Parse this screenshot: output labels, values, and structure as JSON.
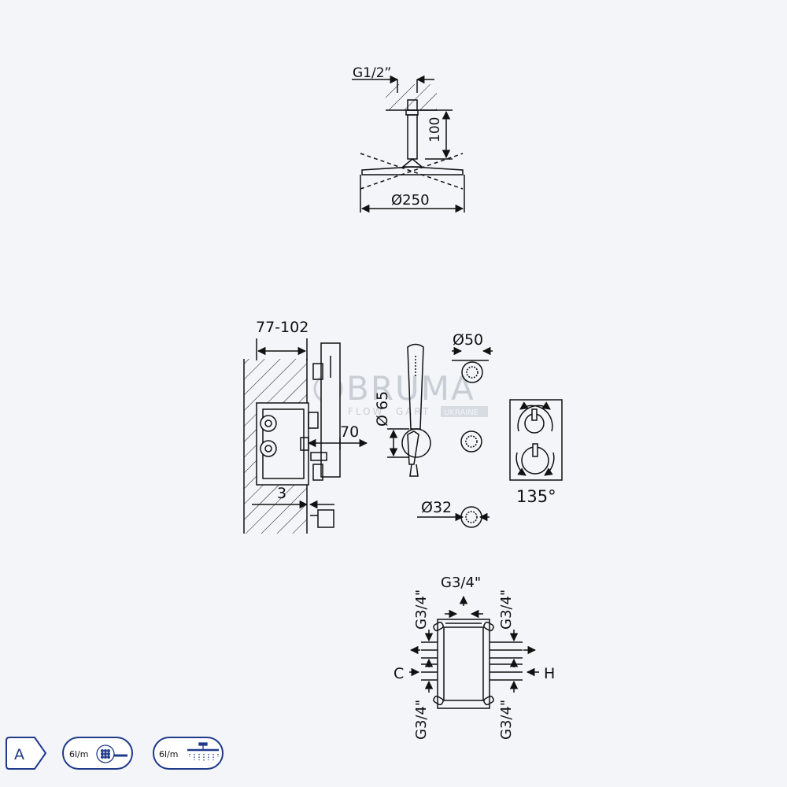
{
  "colors": {
    "background": "#f3f5f8",
    "line": "#111111",
    "badge_blue": "#1f3a8a",
    "watermark": "#c9ced6"
  },
  "shower_head": {
    "thread_label": "G1/2”",
    "arm_length_label": "100",
    "diameter_label": "Ø250"
  },
  "side_view": {
    "depth_label": "77-102",
    "projection_label": "70",
    "gap_label": "3"
  },
  "hand_shower": {
    "diameter_label": "Ø 65"
  },
  "outlets": {
    "large_label": "Ø50",
    "small_label": "Ø32"
  },
  "mixer_plate": {
    "rotation_label": "135°"
  },
  "box_connections": {
    "top_label": "G3/4\"",
    "left_upper_label": "G3/4\"",
    "left_lower_label": "G3/4\"",
    "right_upper_label": "G3/4\"",
    "right_lower_label": "G3/4\"",
    "cold_label": "C",
    "hot_label": "H"
  },
  "watermark": {
    "brand": "BRUMA",
    "sub_left": "FLOW",
    "sub_right": "GART",
    "country": "UKRAINE"
  },
  "badges": {
    "energy_class": "A",
    "flow_rate_1": "6l/m",
    "flow_rate_2": "6l/m",
    "hand_shower_icon": "hand-shower-icon",
    "rain_shower_icon": "rain-shower-icon"
  }
}
